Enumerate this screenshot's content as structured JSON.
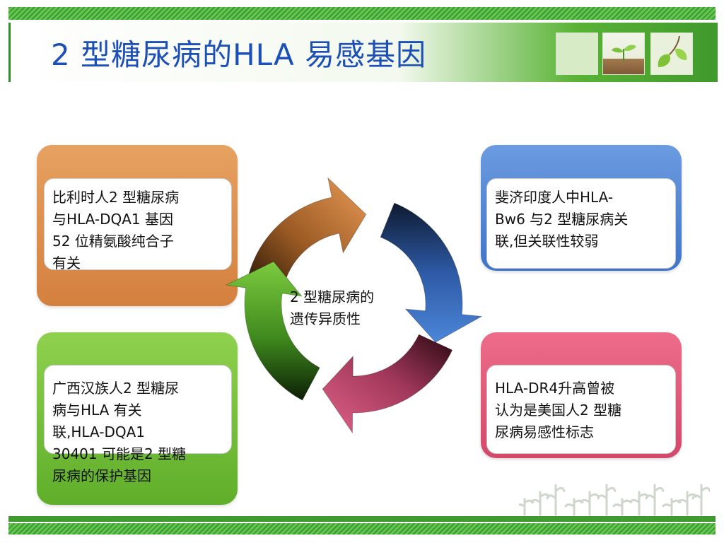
{
  "title": "2 型糖尿病的HLA 易感基因",
  "center": {
    "line1": "2 型糖尿病的",
    "line2": "遗传异质性"
  },
  "boxes": {
    "top_left": {
      "lines": [
        "比利时人2 型糖尿病",
        "与HLA-DQA1 基因",
        "52 位精氨酸纯合子",
        "有关"
      ],
      "color": "#d98a48"
    },
    "top_right": {
      "lines": [
        "斐济印度人中HLA-",
        "Bw6 与2 型糖尿病关",
        "联,但关联性较弱"
      ],
      "color": "#4a7fd0"
    },
    "bottom_left": {
      "lines": [
        "广西汉族人2 型糖尿",
        "病与HLA 有关",
        "联,HLA-DQA1",
        "30401 可能是2 型糖",
        "尿病的保护基因"
      ],
      "color": "#6cbd36"
    },
    "bottom_right": {
      "lines": [
        "HLA-DR4升高曾被",
        "认为是美国人2 型糖",
        "尿病易感性标志"
      ],
      "color": "#db5273"
    }
  },
  "colors": {
    "title_text": "#1c4fb8",
    "header_green": "#3f9a2c",
    "arrow_orange": "#d98a48",
    "arrow_blue": "#3a6fc4",
    "arrow_pink": "#d4507a",
    "arrow_green": "#6cbd36"
  },
  "icons": [
    "sprout-icon",
    "leaves-icon",
    "plant-silhouette-icon"
  ]
}
